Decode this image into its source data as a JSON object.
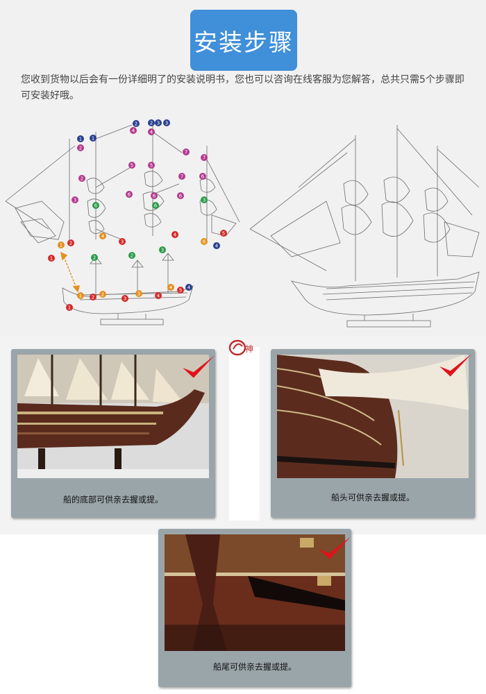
{
  "header": {
    "title": "安装步骤",
    "intro": "您收到货物以后会有一份详细明了的安装说明书，您也可以咨询在线客服为您解答，总共只需5个步骤即可安装好哦。"
  },
  "diagram": {
    "badge_numbers": [
      "1",
      "2",
      "3",
      "4",
      "5",
      "6",
      "7"
    ]
  },
  "logo": {
    "text": "名神"
  },
  "cards": [
    {
      "caption": "船的底部可供亲去握或提。"
    },
    {
      "caption": "船头可供亲去握或提。"
    },
    {
      "caption": "船尾可供亲去握或提。"
    }
  ],
  "colors": {
    "title_bg": "#3f8fd9",
    "card_bg": "#9aa5aa",
    "check": "#e0121b"
  }
}
